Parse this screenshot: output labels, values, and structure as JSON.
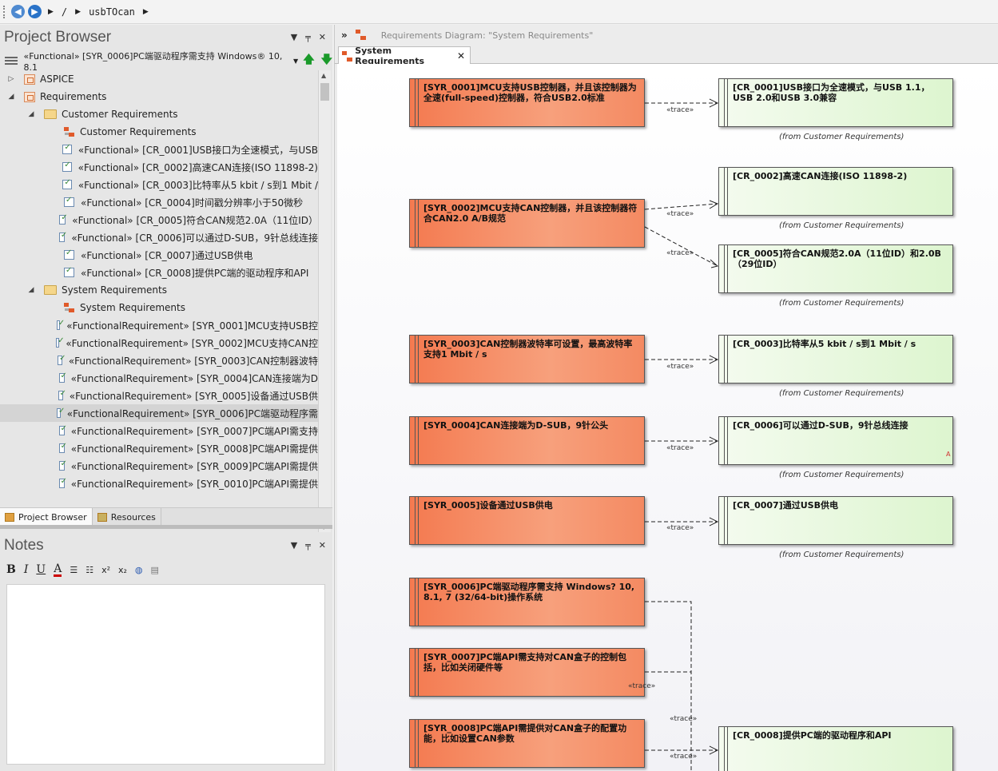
{
  "nav": {
    "crumb_root": "/",
    "crumb_item": "usbTOcan"
  },
  "project_browser": {
    "title": "Project Browser",
    "context_path": "«Functional» [SYR_0006]PC端驱动程序需支持 Windows® 10, 8.1",
    "tree": [
      {
        "label": "ASPICE",
        "icon": "package-icon",
        "twisty": "▷",
        "indent": 0
      },
      {
        "label": "Requirements",
        "icon": "package-icon",
        "twisty": "◢",
        "indent": 0
      },
      {
        "label": "Customer Requirements",
        "icon": "folder-icon",
        "twisty": "◢",
        "indent": 1
      },
      {
        "label": "Customer Requirements",
        "icon": "diagram-icon",
        "twisty": "",
        "indent": 2
      },
      {
        "label": "«Functional» [CR_0001]USB接口为全速模式，与USB",
        "icon": "requirement-icon",
        "twisty": "",
        "indent": 2
      },
      {
        "label": "«Functional» [CR_0002]高速CAN连接(ISO 11898-2)",
        "icon": "requirement-icon",
        "twisty": "",
        "indent": 2
      },
      {
        "label": "«Functional» [CR_0003]比特率从5 kbit / s到1 Mbit /",
        "icon": "requirement-icon",
        "twisty": "",
        "indent": 2
      },
      {
        "label": "«Functional» [CR_0004]时间戳分辨率小于50微秒",
        "icon": "requirement-icon",
        "twisty": "",
        "indent": 2
      },
      {
        "label": "«Functional» [CR_0005]符合CAN规范2.0A（11位ID）",
        "icon": "requirement-icon",
        "twisty": "",
        "indent": 2
      },
      {
        "label": "«Functional» [CR_0006]可以通过D-SUB，9针总线连接",
        "icon": "requirement-icon",
        "twisty": "",
        "indent": 2
      },
      {
        "label": "«Functional» [CR_0007]通过USB供电",
        "icon": "requirement-icon",
        "twisty": "",
        "indent": 2
      },
      {
        "label": "«Functional» [CR_0008]提供PC端的驱动程序和API",
        "icon": "requirement-icon",
        "twisty": "",
        "indent": 2
      },
      {
        "label": "System Requirements",
        "icon": "folder-icon",
        "twisty": "◢",
        "indent": 1
      },
      {
        "label": "System Requirements",
        "icon": "diagram-icon",
        "twisty": "",
        "indent": 2
      },
      {
        "label": "«FunctionalRequirement» [SYR_0001]MCU支持USB控",
        "icon": "requirement-icon",
        "twisty": "",
        "indent": 2
      },
      {
        "label": "«FunctionalRequirement» [SYR_0002]MCU支持CAN控",
        "icon": "requirement-icon",
        "twisty": "",
        "indent": 2
      },
      {
        "label": "«FunctionalRequirement» [SYR_0003]CAN控制器波特",
        "icon": "requirement-icon",
        "twisty": "",
        "indent": 2
      },
      {
        "label": "«FunctionalRequirement» [SYR_0004]CAN连接端为D",
        "icon": "requirement-icon",
        "twisty": "",
        "indent": 2
      },
      {
        "label": "«FunctionalRequirement» [SYR_0005]设备通过USB供",
        "icon": "requirement-icon",
        "twisty": "",
        "indent": 2
      },
      {
        "label": "«FunctionalRequirement» [SYR_0006]PC端驱动程序需",
        "icon": "requirement-icon",
        "twisty": "",
        "indent": 2,
        "selected": true
      },
      {
        "label": "«FunctionalRequirement» [SYR_0007]PC端API需支持",
        "icon": "requirement-icon",
        "twisty": "",
        "indent": 2
      },
      {
        "label": "«FunctionalRequirement» [SYR_0008]PC端API需提供",
        "icon": "requirement-icon",
        "twisty": "",
        "indent": 2
      },
      {
        "label": "«FunctionalRequirement» [SYR_0009]PC端API需提供",
        "icon": "requirement-icon",
        "twisty": "",
        "indent": 2
      },
      {
        "label": "«FunctionalRequirement» [SYR_0010]PC端API需提供",
        "icon": "requirement-icon",
        "twisty": "",
        "indent": 2
      }
    ],
    "tabs": [
      "Project Browser",
      "Resources"
    ]
  },
  "notes": {
    "title": "Notes",
    "toolbar": {
      "bold": "B",
      "italic": "I",
      "underline": "U",
      "font_color": "A",
      "superscript": "x²",
      "subscript": "x₂"
    },
    "value": ""
  },
  "diagram": {
    "caption": "Requirements Diagram: \"System Requirements\"",
    "tab_label": "System Requirements",
    "tab_close": "✕",
    "trace_label": "«trace»",
    "from_label": "(from Customer Requirements)",
    "syr": [
      "[SYR_0001]MCU支持USB控制器，并且该控制器为全速(full-speed)控制器，符合USB2.0标准",
      "[SYR_0002]MCU支持CAN控制器，并且该控制器符合CAN2.0 A/B规范",
      "[SYR_0003]CAN控制器波特率可设置，最高波特率支持1 Mbit / s",
      "[SYR_0004]CAN连接端为D-SUB，9针公头",
      "[SYR_0005]设备通过USB供电",
      "[SYR_0006]PC端驱动程序需支持 Windows? 10, 8.1, 7 (32/64-bit)操作系统",
      "[SYR_0007]PC端API需支持对CAN盒子的控制包括，比如关闭硬件等",
      "[SYR_0008]PC端API需提供对CAN盒子的配置功能，比如设置CAN参数"
    ],
    "cr": [
      "[CR_0001]USB接口为全速模式，与USB 1.1，USB 2.0和USB 3.0兼容",
      "[CR_0002]高速CAN连接(ISO 11898-2)",
      "[CR_0005]符合CAN规范2.0A（11位ID）和2.0B（29位ID）",
      "[CR_0003]比特率从5 kbit / s到1 Mbit / s",
      "[CR_0006]可以通过D-SUB，9针总线连接",
      "[CR_0007]通过USB供电",
      "[CR_0008]提供PC端的驱动程序和API"
    ],
    "marker": "A"
  }
}
